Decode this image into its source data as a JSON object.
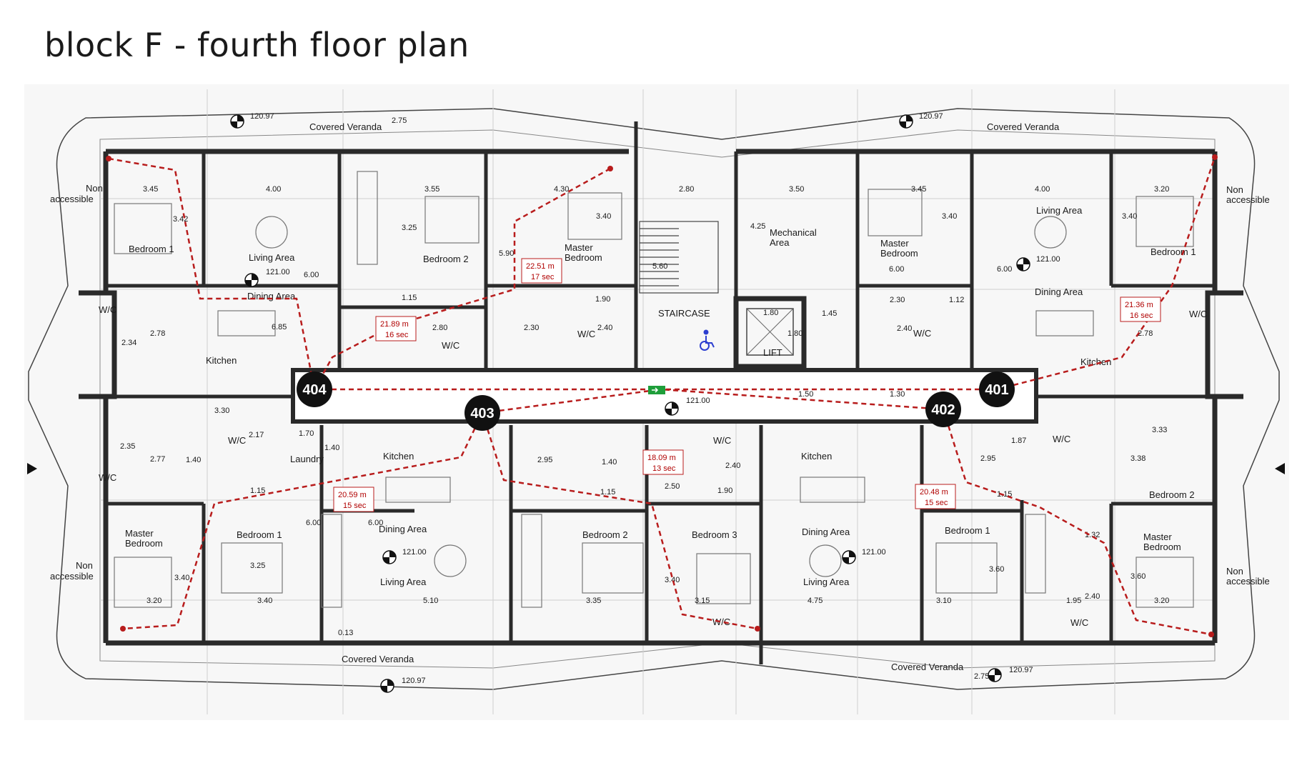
{
  "title": "block F - fourth floor plan",
  "colors": {
    "wall": "#2a2a2a",
    "route": "#b81c1c",
    "unit_marker": "#111111",
    "grid": "#c8c8c8",
    "exit_sign": "#1e9e3a",
    "access": "#2c3fd0"
  },
  "units": [
    "404",
    "403",
    "402",
    "401"
  ],
  "room_labels": [
    "Bedroom 1",
    "Living Area",
    "Dining Area",
    "Kitchen",
    "W/C",
    "Bedroom 2",
    "Master",
    "Bedroom",
    "STAIRCASE",
    "LIFT",
    "Mechanical",
    "Area",
    "Master",
    "Bedroom",
    "Living Area",
    "Dining Area",
    "Kitchen",
    "Bedroom 1",
    "W/C",
    "W/C",
    "W/C",
    "W/C",
    "Non",
    "accessible",
    "Non",
    "accessible",
    "Covered Veranda",
    "Covered Veranda",
    "Covered Veranda",
    "Covered Veranda",
    "Laundry",
    "W/C",
    "Kitchen",
    "Dining Area",
    "Living Area",
    "Bedroom 1",
    "Master",
    "Bedroom",
    "Non",
    "accessible",
    "W/C",
    "Bedroom 2",
    "Bedroom 3",
    "W/C",
    "Kitchen",
    "Dining Area",
    "Living Area",
    "Bedroom 1",
    "Bedroom 2",
    "Master",
    "Bedroom",
    "Non",
    "accessible",
    "W/C",
    "W/C",
    "W/C"
  ],
  "dimensions": [
    "3.45",
    "4.00",
    "3.55",
    "4.30",
    "2.80",
    "3.50",
    "3.45",
    "4.00",
    "3.20",
    "3.42",
    "6.00",
    "3.25",
    "5.90",
    "3.40",
    "5.60",
    "4.25",
    "3.40",
    "6.00",
    "3.40",
    "2.34",
    "2.78",
    "6.85",
    "1.15",
    "2.80",
    "2.30",
    "1.90",
    "2.40",
    "1.80",
    "1.80",
    "1.45",
    "2.30",
    "1.12",
    "2.40",
    "2.78",
    "3.30",
    "2.17",
    "1.70",
    "1.40",
    "1.40",
    "2.35",
    "2.77",
    "1.15",
    "6.00",
    "6.00",
    "2.95",
    "1.40",
    "2.50",
    "1.90",
    "2.40",
    "1.15",
    "3.25",
    "3.40",
    "3.20",
    "3.40",
    "5.10",
    "3.35",
    "3.40",
    "3.15",
    "4.75",
    "3.10",
    "3.60",
    "1.95",
    "2.40",
    "3.20",
    "0.13",
    "2.95",
    "1.87",
    "3.38",
    "3.33",
    "1.15",
    "1.32",
    "3.60",
    "2.75",
    "2.75",
    "1.50",
    "1.30",
    "6.00"
  ],
  "levels": [
    "120.97",
    "121.00",
    "121.00",
    "121.00",
    "121.00",
    "121.00",
    "120.97",
    "120.97",
    "120.97"
  ],
  "escape_times": [
    {
      "dist": "22.51 m",
      "time": "17 sec"
    },
    {
      "dist": "21.89 m",
      "time": "16 sec"
    },
    {
      "dist": "21.36 m",
      "time": "16 sec"
    },
    {
      "dist": "20.59 m",
      "time": "15 sec"
    },
    {
      "dist": "18.09 m",
      "time": "13 sec"
    },
    {
      "dist": "20.48 m",
      "time": "15 sec"
    }
  ]
}
